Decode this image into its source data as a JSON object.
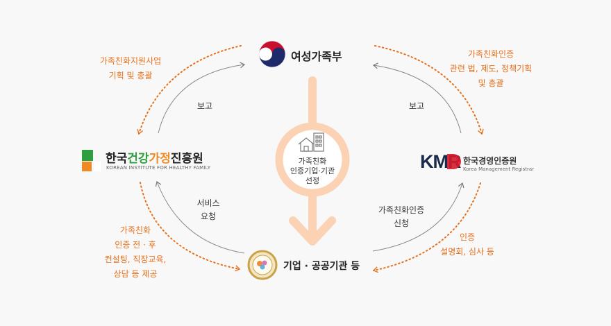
{
  "center": {
    "title_line1": "가족친화",
    "title_line2": "인증기업·기관",
    "title_line3": "선정"
  },
  "top": {
    "org_name": "여성가족부"
  },
  "left": {
    "org_name_part1": "한국",
    "org_name_part2": "건강",
    "org_name_part3": "가정",
    "org_name_part4": "진흥원",
    "org_name_en": "KOREAN INSTITUTE FOR HEALTHY FAMILY"
  },
  "right": {
    "org_logo_text": "KMR",
    "org_name": "한국경영인증원",
    "org_name_en": "Korea Management Registrar"
  },
  "bottom": {
    "org_name": "기업 · 공공기관 등"
  },
  "arrows": {
    "left_report": "보고",
    "right_report": "보고",
    "service_request_line1": "서비스",
    "service_request_line2": "요청",
    "apply_line1": "가족친화인증",
    "apply_line2": "신청"
  },
  "notes": {
    "top_left_line1": "가족친화지원사업",
    "top_left_line2": "기획 및 총괄",
    "top_right_line1": "가족친화인증",
    "top_right_line2": "관련 법, 제도, 정책기획",
    "top_right_line3": "및 총괄",
    "bottom_left_line1": "가족친화",
    "bottom_left_line2": "인증 전 · 후",
    "bottom_left_line3": "컨설팅, 직장교육,",
    "bottom_left_line4": "상담 등 제공",
    "bottom_right_line1": "인증",
    "bottom_right_line2": "설명회, 심사 등"
  },
  "colors": {
    "accent_orange": "#e86f1a",
    "peach": "#fbd2b4",
    "kihf_green": "#2e9e3e",
    "kihf_orange": "#f08a24",
    "kmr_red": "#d6182a",
    "ministry_red": "#c8102e",
    "ministry_navy": "#1f2a6b",
    "seal_gold": "#c9a24a"
  }
}
